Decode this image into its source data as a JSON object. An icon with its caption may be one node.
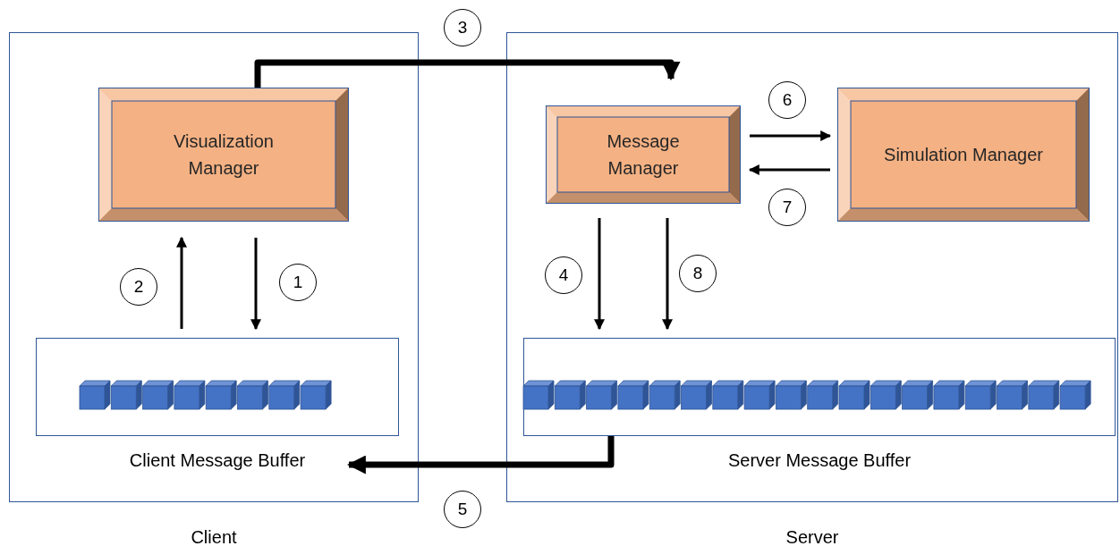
{
  "diagram": {
    "nodes": [
      {
        "text": [
          "Client"
        ]
      },
      {
        "text": [
          "Visualization Manager"
        ],
        "in": 0
      },
      {
        "text": [
          "Client Message Buffer"
        ],
        "in": 0
      },
      {
        "text": [
          "Server"
        ]
      },
      {
        "text": [
          "Message Manager"
        ],
        "in": 3
      },
      {
        "text": [
          "Simulation Manager"
        ],
        "in": 3
      },
      {
        "text": [
          "Server Message Buffer"
        ],
        "in": 3
      }
    ],
    "edges": [
      {
        "from": 1,
        "to": 2,
        "arrow": "to",
        "label": "1"
      },
      {
        "from": 2,
        "to": 1,
        "arrow": "to",
        "label": "2"
      },
      {
        "from": 1,
        "to": 4,
        "arrow": "to",
        "label": "3",
        "style": "thick"
      },
      {
        "from": 4,
        "to": 6,
        "arrow": "to",
        "label": "4"
      },
      {
        "from": 6,
        "to": 2,
        "arrow": "to",
        "label": "5",
        "style": "thick"
      },
      {
        "from": 4,
        "to": 5,
        "arrow": "to",
        "label": "6"
      },
      {
        "from": 5,
        "to": 4,
        "arrow": "to",
        "label": "7"
      },
      {
        "from": 4,
        "to": 6,
        "arrow": "to",
        "label": "8"
      }
    ]
  }
}
